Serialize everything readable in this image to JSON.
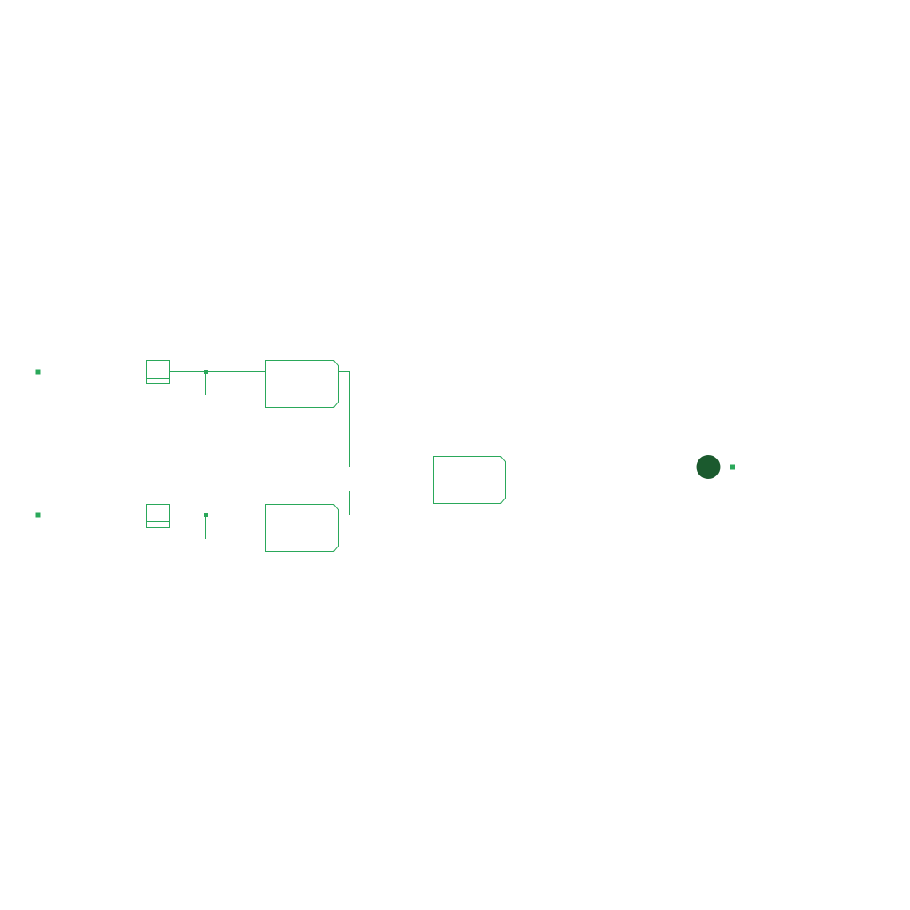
{
  "circuit": {
    "colors": {
      "wire": "#2aa85a",
      "gate_outline": "#2aa85a",
      "marker": "#2aa85a",
      "junction": "#2aa85a",
      "output_lamp": "#1b5a2e",
      "background": "#ffffff"
    },
    "inputs": [
      {
        "id": "input-1",
        "state": "off"
      },
      {
        "id": "input-2",
        "state": "off"
      }
    ],
    "gates": [
      {
        "id": "gate-upper",
        "inputs_tied": true
      },
      {
        "id": "gate-lower",
        "inputs_tied": true
      },
      {
        "id": "gate-output",
        "inputs_tied": false
      }
    ],
    "output": {
      "id": "output-lamp",
      "state": "on"
    }
  }
}
